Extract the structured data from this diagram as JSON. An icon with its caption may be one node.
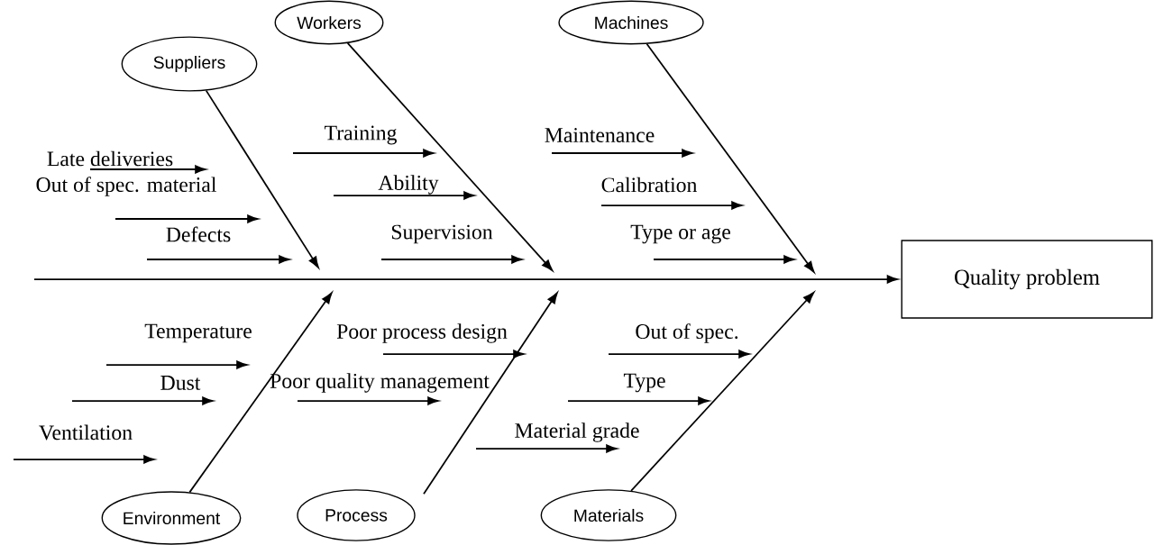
{
  "diagram": {
    "nodes": [
      {
        "text": [
          "Suppliers"
        ]
      },
      {
        "text": [
          "Workers"
        ]
      },
      {
        "text": [
          "Machines"
        ]
      },
      {
        "text": [
          "Quality problem"
        ]
      },
      {
        "text": [
          "Environment"
        ]
      },
      {
        "text": [
          "Process"
        ]
      },
      {
        "text": [
          "Materials"
        ]
      }
    ],
    "edges": [
      {
        "from": 0,
        "to": null,
        "arrow": "to"
      },
      {
        "from": 1,
        "to": null,
        "arrow": "to"
      },
      {
        "from": 2,
        "to": null,
        "arrow": "to"
      },
      {
        "from": 4,
        "to": null,
        "arrow": "to"
      },
      {
        "from": 5,
        "to": null,
        "arrow": "to"
      },
      {
        "from": 6,
        "to": null,
        "arrow": "to"
      },
      {
        "from": null,
        "to": 3,
        "arrow": "to"
      }
    ],
    "labels": [
      "Late deliveries",
      "Training",
      "Maintenance",
      "Out of spec. material",
      "Ability",
      "Calibration",
      "Defects",
      "Supervision",
      "Type or age",
      "Temperature",
      "Poor process design",
      "Out of spec.",
      "Dust",
      "Poor quality management",
      "Type",
      "Ventilation",
      "Material grade"
    ]
  }
}
